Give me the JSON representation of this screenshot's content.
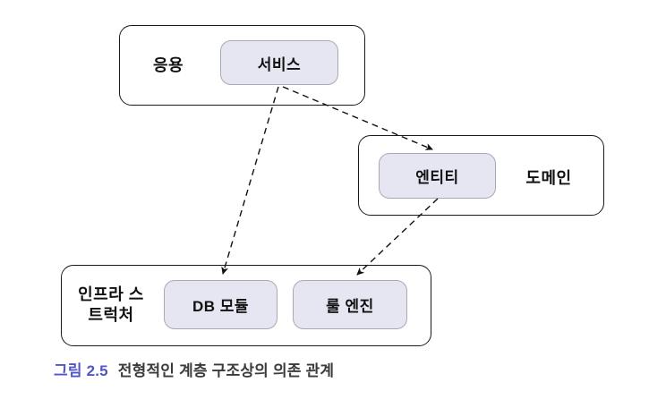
{
  "diagram": {
    "layers": {
      "application": {
        "label": "응용",
        "components": {
          "service": {
            "label": "서비스"
          }
        }
      },
      "domain": {
        "label": "도메인",
        "components": {
          "entity": {
            "label": "엔티티"
          }
        }
      },
      "infrastructure": {
        "label": "인프라 스트럭처",
        "components": {
          "db_module": {
            "label": "DB 모듈"
          },
          "rule_engine": {
            "label": "룰 엔진"
          }
        }
      }
    },
    "arrows": [
      {
        "from": "서비스",
        "to": "엔티티",
        "style": "dashed"
      },
      {
        "from": "서비스",
        "to": "DB 모듈",
        "style": "dashed"
      },
      {
        "from": "엔티티",
        "to": "룰 엔진",
        "style": "dashed"
      }
    ],
    "colors": {
      "inner_fill": "#e6e6f2",
      "inner_border": "#a9a9b6",
      "outer_border": "#1a1a1a",
      "arrow": "#111111",
      "caption_accent": "#5156c6",
      "caption_text": "#3b3b3b"
    }
  },
  "caption": {
    "figure_label": "그림 2.5",
    "text": "전형적인 계층 구조상의 의존 관계"
  }
}
